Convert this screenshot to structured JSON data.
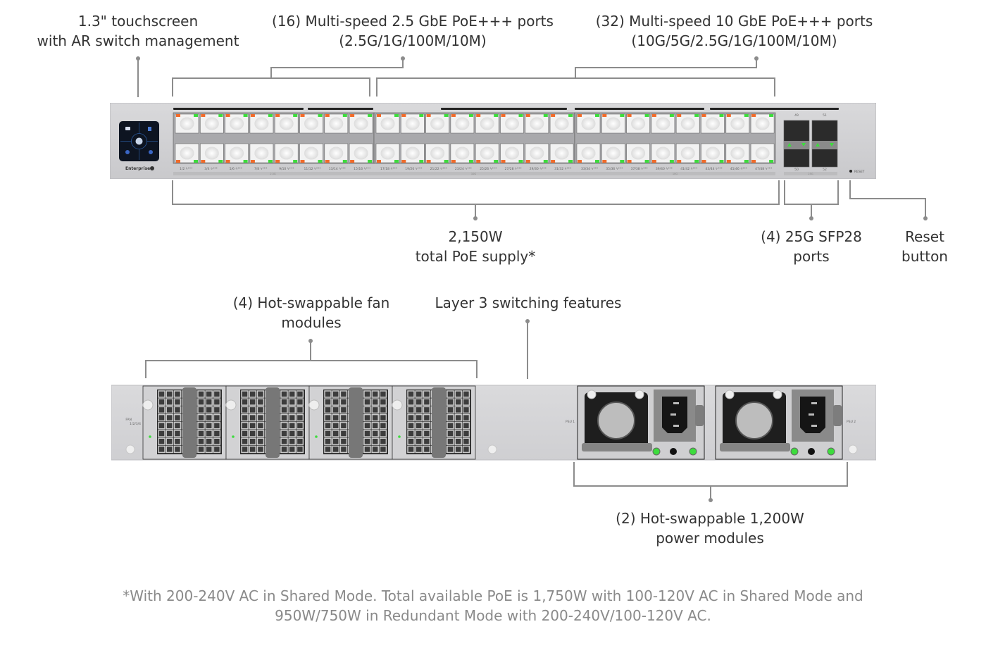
{
  "front_panel": {
    "callouts": {
      "touchscreen": [
        "1.3\" touchscreen",
        "with AR switch management"
      ],
      "ports_2_5g": [
        "(16) Multi-speed 2.5 GbE PoE+++ ports",
        "(2.5G/1G/100M/10M)"
      ],
      "ports_10g": [
        "(32) Multi-speed 10 GbE PoE+++ ports",
        "(10G/5G/2.5G/1G/100M/10M)"
      ],
      "poe_supply": [
        "2,150W",
        "total PoE supply*"
      ],
      "sfp28": [
        "(4) 25G SFP28",
        "ports"
      ],
      "reset": [
        "Reset",
        "button"
      ]
    },
    "brand_label": "Enterprise",
    "port_pair_labels": [
      "1/2",
      "3/4",
      "5/6",
      "7/8",
      "9/10",
      "11/12",
      "13/14",
      "15/16",
      "17/18",
      "19/20",
      "21/22",
      "23/24",
      "25/26",
      "27/28",
      "29/30",
      "31/32",
      "33/34",
      "35/36",
      "37/38",
      "39/40",
      "41/42",
      "43/44",
      "45/46",
      "47/48"
    ],
    "poe_suffix": "ϟ***",
    "speed_bar_labels": [
      "2.5G",
      "10G",
      "10G",
      "25G"
    ],
    "sfp_labels_top": [
      "49",
      "51"
    ],
    "sfp_labels_bottom": [
      "50",
      "52"
    ],
    "reset_label": "RESET",
    "led_colors": {
      "orange": "#f26b2a",
      "green": "#3ddc3d"
    }
  },
  "rear_panel": {
    "callouts": {
      "fans": [
        "(4) Hot-swappable fan",
        "modules"
      ],
      "layer3": [
        "Layer 3 switching features"
      ],
      "psu": [
        "(2) Hot-swappable 1,200W",
        "power modules"
      ]
    },
    "fan_label": [
      "FAN",
      "1/2/3/4"
    ],
    "psu1_label": "PSU 1",
    "psu2_label": "PSU 2"
  },
  "footnote": [
    "*With 200-240V AC in Shared Mode. Total available PoE is 1,750W with 100-120V AC in Shared Mode and",
    "950W/750W in Redundant Mode with 200-240V/100-120V AC."
  ]
}
